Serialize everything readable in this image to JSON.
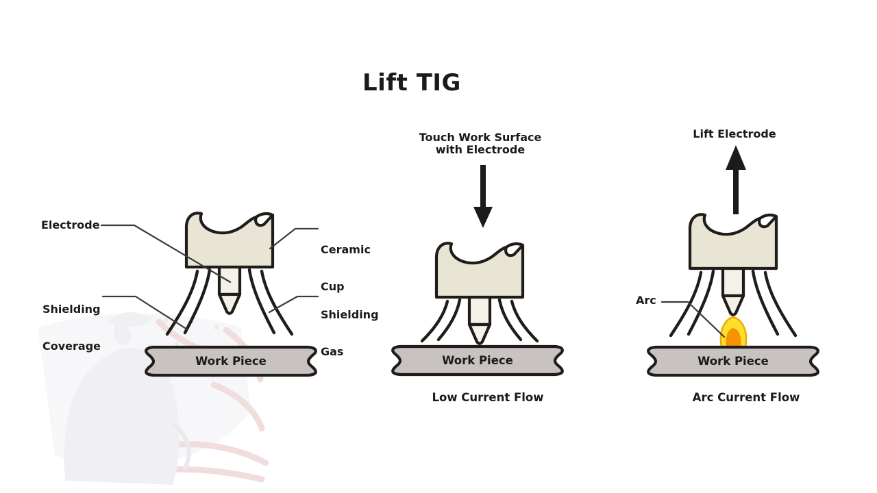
{
  "title": "Lift TIG",
  "colors": {
    "outline": "#1f1c1a",
    "leader": "#3a3a3a",
    "cup_fill": "#e9e5d5",
    "electrode_fill": "#f4f2e8",
    "workpiece_fill": "#c8c2c1",
    "arc_yellow": "#ffdf2e",
    "arc_yellow_edge": "#edaa0b",
    "arc_orange": "#f59300",
    "arrow_fill": "#1b1b1b"
  },
  "panel_left": {
    "labels": {
      "electrode": "Electrode",
      "ceramic_cup_line1": "Ceramic",
      "ceramic_cup_line2": "Cup",
      "shielding_coverage_line1": "Shielding",
      "shielding_coverage_line2": "Coverage",
      "shielding_gas_line1": "Shielding",
      "shielding_gas_line2": "Gas"
    },
    "workpiece": "Work Piece"
  },
  "panel_middle": {
    "instruction_line1": "Touch Work Surface",
    "instruction_line2": "with Electrode",
    "workpiece": "Work Piece",
    "caption": "Low Current Flow"
  },
  "panel_right": {
    "instruction": "Lift Electrode",
    "arc_label": "Arc",
    "workpiece": "Work Piece",
    "caption": "Arc Current Flow"
  }
}
